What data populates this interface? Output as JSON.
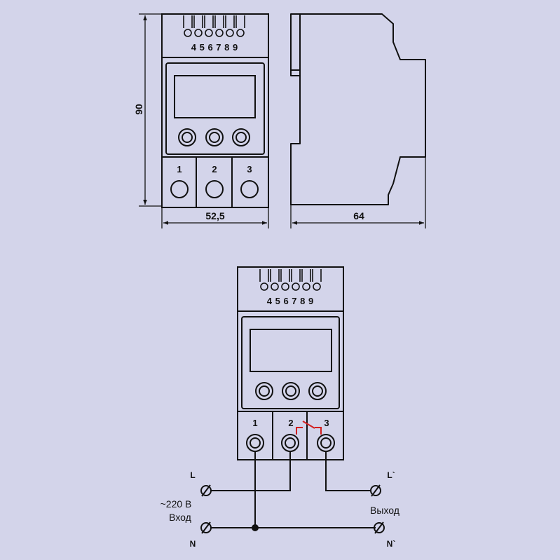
{
  "colors": {
    "background": "#d3d4ea",
    "line": "#111111",
    "relay": "#d21f1f"
  },
  "front_view": {
    "top_terminals": "4 5 6 7 8 9",
    "bottom_terminals": [
      "1",
      "2",
      "3"
    ],
    "height_dim": "90",
    "width_dim": "52,5"
  },
  "side_view": {
    "depth_dim": "64"
  },
  "wiring": {
    "top_terminals": "4 5 6 7 8 9",
    "bottom_terminals": [
      "1",
      "2",
      "3"
    ],
    "line_label": "L",
    "line_out_label": "L`",
    "neutral_label": "N",
    "neutral_out_label": "N`",
    "input_voltage": "~220 В",
    "input_label": "Вход",
    "output_label": "Выход"
  }
}
